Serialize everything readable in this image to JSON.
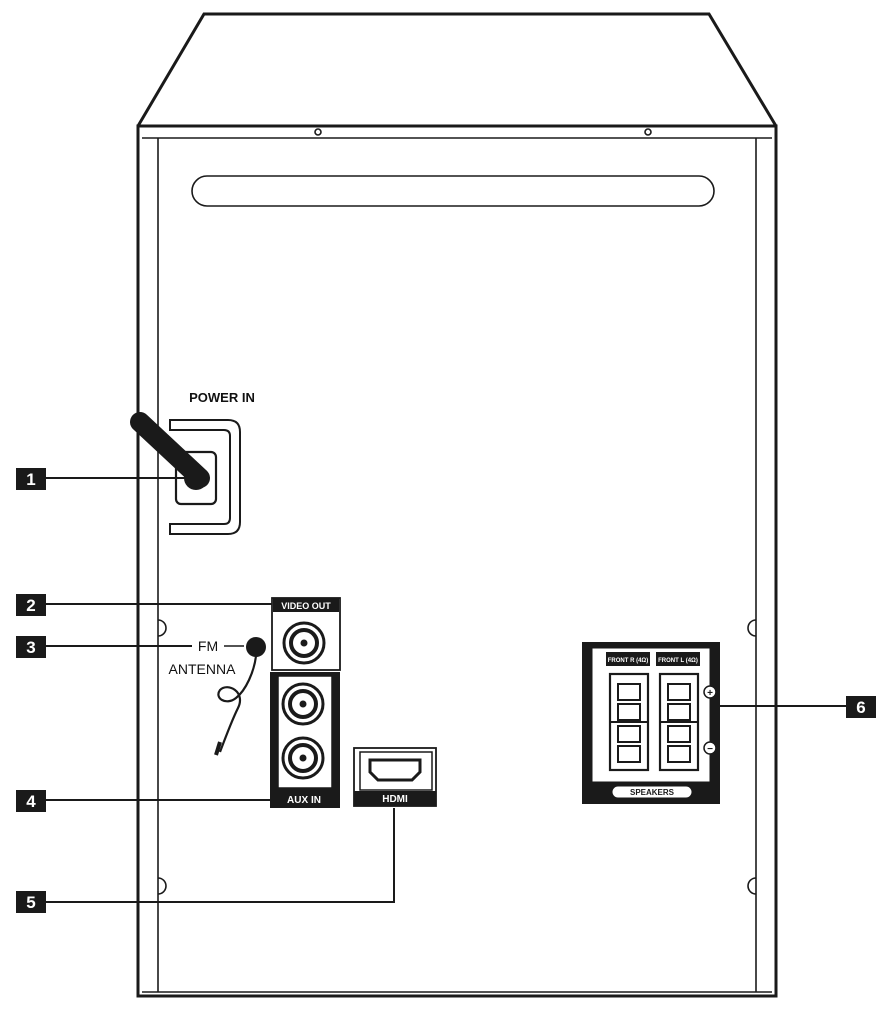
{
  "labels": {
    "power_in": "POWER IN",
    "video_out": "VIDEO OUT",
    "fm": "FM",
    "antenna": "ANTENNA",
    "aux_in": "AUX IN",
    "hdmi": "HDMI",
    "speakers": "SPEAKERS",
    "front_r": "FRONT R (4Ω)",
    "front_l": "FRONT L (4Ω)",
    "plus": "+",
    "minus": "−"
  },
  "callouts": [
    {
      "number": "1",
      "target": "power-in-connector"
    },
    {
      "number": "2",
      "target": "video-out-jack"
    },
    {
      "number": "3",
      "target": "fm-antenna-connector"
    },
    {
      "number": "4",
      "target": "aux-in-jacks"
    },
    {
      "number": "5",
      "target": "hdmi-port"
    },
    {
      "number": "6",
      "target": "speaker-terminals"
    }
  ]
}
